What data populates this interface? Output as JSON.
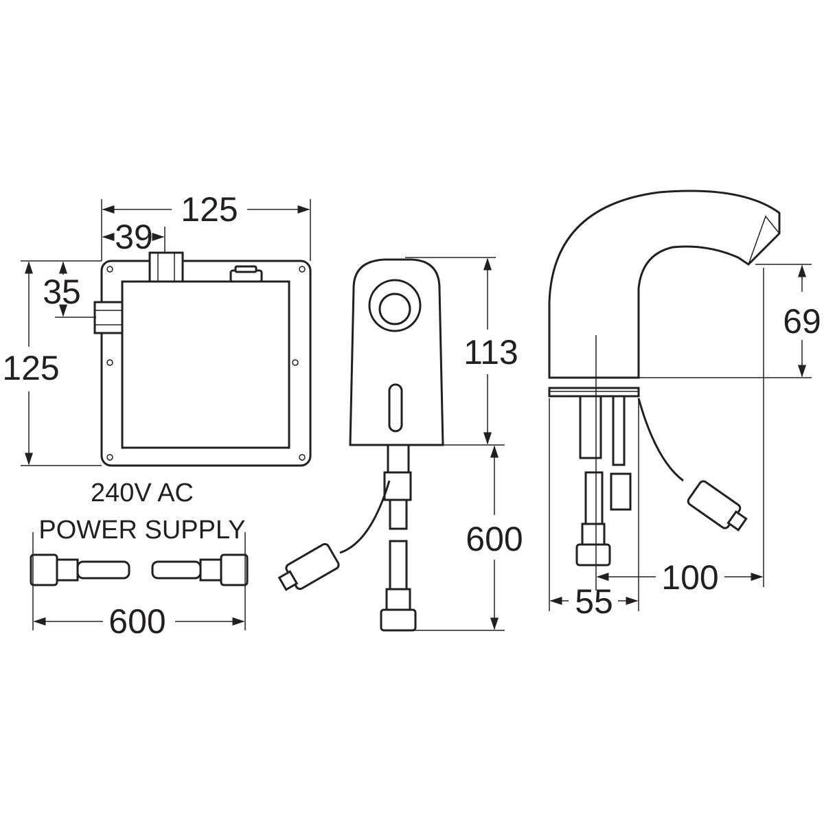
{
  "colors": {
    "line": "#231f20",
    "background": "#ffffff"
  },
  "control_box": {
    "width_dim": "125",
    "inlet_offset_dim": "39",
    "side_offset_dim": "35",
    "height_dim": "125",
    "caption_line1": "240V AC",
    "caption_line2": "POWER SUPPLY"
  },
  "hose": {
    "length_dim": "600"
  },
  "front_view": {
    "height_dim": "113",
    "hose_dim": "600"
  },
  "side_view": {
    "spout_height_dim": "69",
    "base_dim": "55",
    "reach_dim": "100"
  }
}
